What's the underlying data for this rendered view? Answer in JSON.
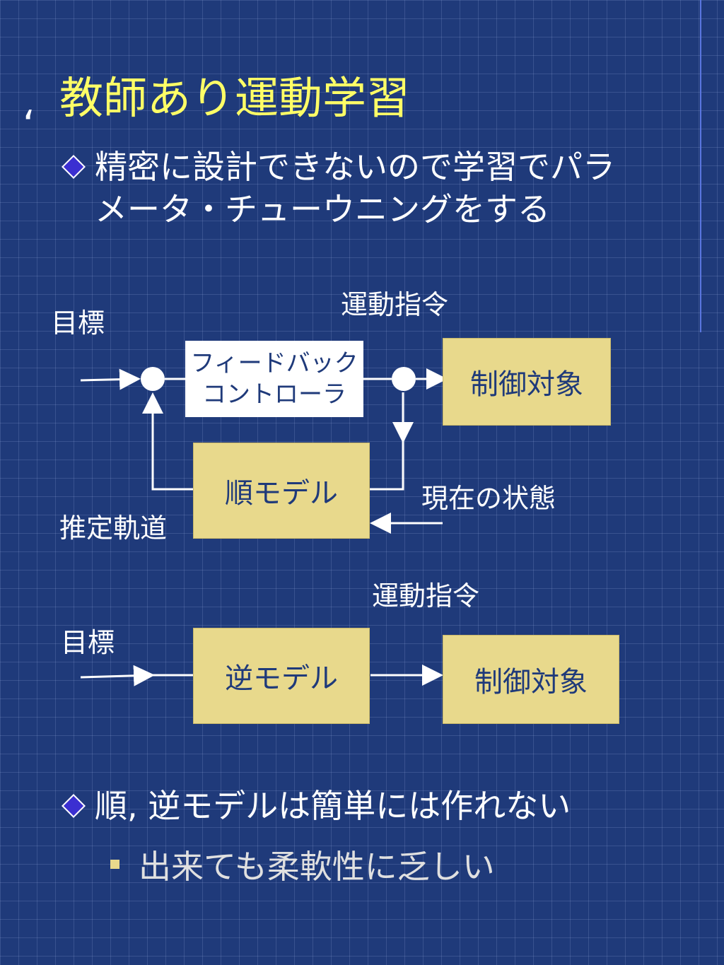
{
  "slide": {
    "title": "教師あり運動学習",
    "quote_mark": "‘",
    "bullet1_line1": "精密に設計できないので学習でパラ",
    "bullet1_line2": "メータ・チューウニングをする",
    "bullet2": "順, 逆モデルは簡単には作れない",
    "sub_bullet": "出来ても柔軟性に乏しい"
  },
  "diagram_top": {
    "command_label": "運動指令",
    "target_label": "目標",
    "feedback_line1": "フィードバック",
    "feedback_line2": "コントローラ",
    "plant": "制御対象",
    "forward_model": "順モデル",
    "state_label": "現在の状態",
    "estimated_label": "推定軌道"
  },
  "diagram_bottom": {
    "command_label": "運動指令",
    "target_label": "目標",
    "inverse_model": "逆モデル",
    "plant": "制御対象"
  },
  "colors": {
    "background": "#1f3a7a",
    "title": "#ffff66",
    "box_fill": "#e8d98c",
    "box_text": "#1f3a7a",
    "line": "#ffffff"
  }
}
